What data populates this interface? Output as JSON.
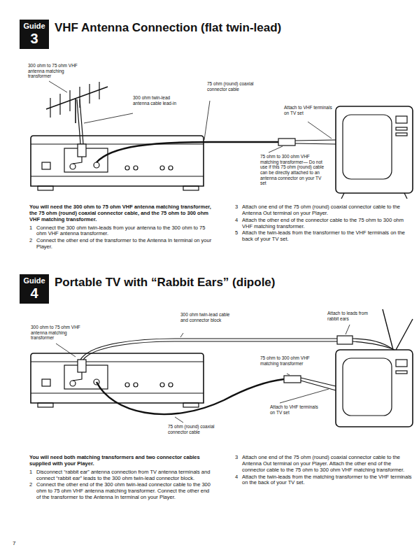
{
  "diagram": {
    "nodes": [
      {
        "text": [
          "Guide",
          "3"
        ]
      },
      {
        "text": [
          "Guide",
          "4"
        ]
      }
    ],
    "labels": [
      "VHF Antenna Connection (flat twin-lead)",
      "300 ohm to 75 ohm VHF antenna matching transformer",
      "300 ohm twin-lead antenna cable lead-in",
      "75 ohm (round) coaxial connector cable",
      "Attach to VHF terminals on TV set",
      "75 ohm to 300 ohm VHF matching transformer— Do not use if this 75 ohm (round) cable can be directly attached to an antenna connector on your TV set",
      "You will need the 300 ohm to 75 ohm VHF antenna matching transformer, the 75 ohm (round) coaxial connector cable, and the 75 ohm to 300 ohm VHF matching transformer.",
      "1",
      "Connect the 300 ohm twin-leads from your antenna to the 300 ohm to 75 ohm VHF antenna transformer.",
      "2",
      "Connect the other end of the transformer to the Antenna In terminal on your Player.",
      "3",
      "Attach one end of the 75 ohm (round) coaxial connector cable to the Antenna Out terminal on your Player.",
      "4",
      "Attach the other end of the connector cable to the 75 ohm to 300 ohm VHF matching transformer.",
      "5",
      "Attach the twin-leads from the transformer to the VHF terminals on the back of your TV set.",
      "Portable TV with “Rabbit Ears” (dipole)",
      "300 ohm to 75 ohm VHF antenna matching transformer",
      "300 ohm twin-lead cable and connector block",
      "Attach to leads from rabbit ears",
      "75 ohm to 300 ohm VHF matching transformer",
      "Attach to VHF terminals on TV set",
      "75 ohm (round) coaxial connector cable",
      "You will need both matching transformers and two connector cables supplied with your Player.",
      "1",
      "Disconnect “rabbit ear” antenna connection from TV antenna terminals and connect “rabbit ear” leads to the 300 ohm twin-lead connector block.",
      "2",
      "Connect the other end of the 300 ohm twin-lead connector cable to the 300 ohm to 75 ohm VHF antenna matching transformer. Connect the other end of the transformer to the Antenna In terminal on your Player.",
      "3",
      "Attach one end of the 75 ohm (round) coaxial connector cable to the Antenna Out terminal on your Player. Attach the other end of the connector cable to the 75 ohm to 300 ohm VHF matching transformer.",
      "4",
      "Attach the twin-leads from the matching transformer to the VHF terminals on the back of your TV set.",
      "7"
    ]
  }
}
